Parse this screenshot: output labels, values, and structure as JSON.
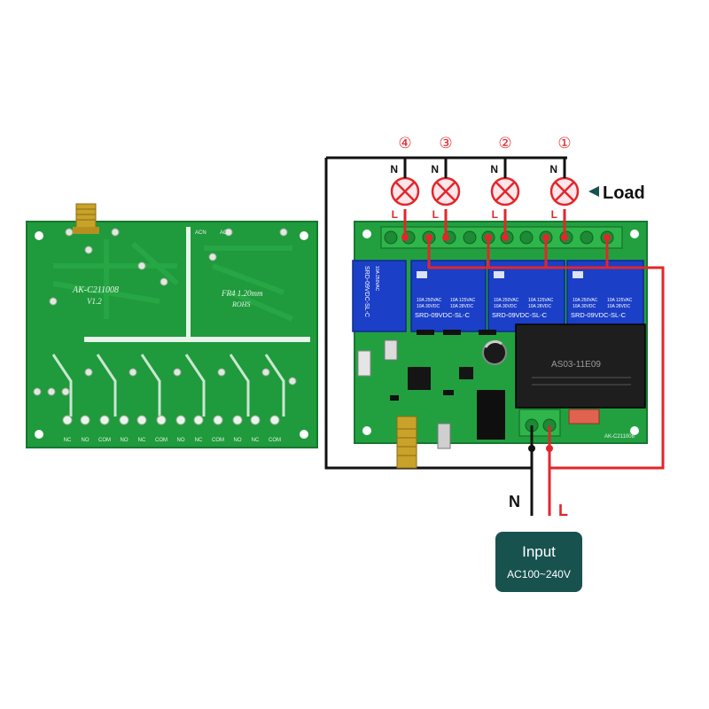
{
  "colors": {
    "pcb": "#1f9a3c",
    "pcb_dark": "#157a2e",
    "relay": "#1b3fc7",
    "terminal": "#2fb64a",
    "live_wire": "#e3262b",
    "neutral_wire": "#111111",
    "input_box": "#17524f"
  },
  "board_back": {
    "model": "AK-C211008",
    "version": "V1.2",
    "spec_line1": "FR4 1.20mm",
    "spec_line2": "ROHS",
    "acn": "ACN",
    "acl": "ACL",
    "pin_labels": [
      "NC",
      "NO",
      "COM",
      "NO",
      "NC",
      "COM",
      "NO",
      "NC",
      "COM",
      "NO",
      "NC",
      "COM"
    ]
  },
  "loads": [
    {
      "number": "④",
      "n_label": "N",
      "l_label": "L"
    },
    {
      "number": "③",
      "n_label": "N",
      "l_label": "L"
    },
    {
      "number": "②",
      "n_label": "N",
      "l_label": "L"
    },
    {
      "number": "①",
      "n_label": "N",
      "l_label": "L"
    }
  ],
  "load_label": "Load",
  "relays": [
    {
      "rating1": "10A 250VAC",
      "rating2": "10A 30VDC",
      "rating3": "10A 125VAC",
      "rating4": "10A 28VDC",
      "model": "SRD-09VDC-SL-C"
    },
    {
      "rating1": "10A 250VAC",
      "rating2": "10A 30VDC",
      "rating3": "10A 125VAC",
      "rating4": "10A 28VDC",
      "model": "SRD-09VDC-SL-C"
    },
    {
      "rating1": "10A 250VAC",
      "rating2": "10A 30VDC",
      "rating3": "10A 125VAC",
      "rating4": "10A 28VDC",
      "model": "SRD-09VDC-SL-C"
    },
    {
      "rating1": "10A 250VAC",
      "rating2": "10A 30VDC",
      "rating3": "10A 125VAC",
      "rating4": "10A 28VDC",
      "model": "SRD-09VDC-SL-C"
    }
  ],
  "power_module": "AS03-11E09",
  "front_board_label": "AK-C211008",
  "wire_n_label": "N",
  "wire_l_label": "L",
  "input": {
    "title": "Input",
    "range": "AC100~240V"
  }
}
